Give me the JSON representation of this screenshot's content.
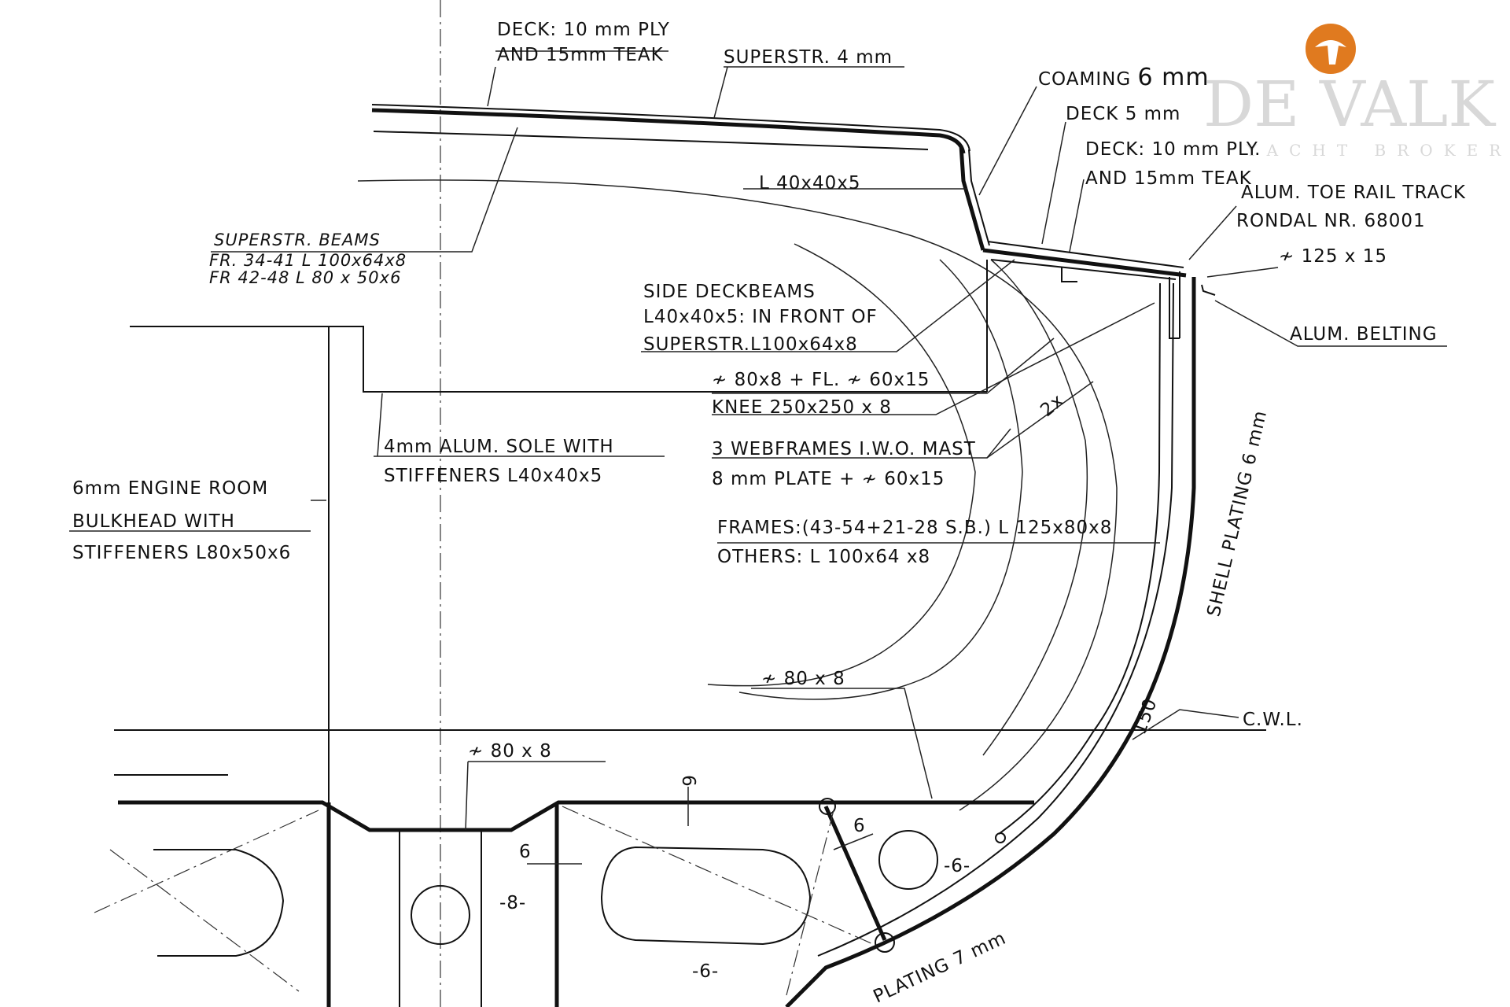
{
  "labels": {
    "deck_ply_1": "DECK: 10 mm PLY",
    "deck_ply_2": "AND 15mm TEAK",
    "superstr": "SUPERSTR. 4 mm",
    "coaming_prefix": "COAMING ",
    "coaming_value": "6 mm",
    "deck_5": "DECK 5 mm",
    "deck_10_1": "DECK: 10 mm PLY.",
    "deck_10_2": "AND 15mm TEAK",
    "toe_rail_1": "ALUM. TOE RAIL TRACK",
    "toe_rail_2": "RONDAL NR. 68001",
    "flat_125": "≁ 125 x 15",
    "angle_40": "L 40x40x5",
    "superstr_beams_1": "SUPERSTR. BEAMS",
    "superstr_beams_2": "FR. 34-41    L 100x64x8",
    "superstr_beams_3": "FR 42-48    L 80 x 50x6",
    "side_deckbeams_1": "SIDE DECKBEAMS",
    "side_deckbeams_2": "L40x40x5: IN FRONT OF",
    "side_deckbeams_3": "SUPERSTR.L100x64x8",
    "alum_belting": "ALUM. BELTING",
    "flat_80_fl": "≁ 80x8 + FL. ≁ 60x15",
    "knee": "KNEE 250x250 x 8",
    "two_x": "2x",
    "sole_1": "4mm ALUM. SOLE WITH",
    "sole_2": "STIFFENERS L40x40x5",
    "webframes_1": "3 WEBFRAMES  I.W.O. MAST",
    "webframes_2": "8 mm PLATE + ≁ 60x15",
    "bulkhead_1": "6mm ENGINE ROOM",
    "bulkhead_2": "BULKHEAD WITH",
    "bulkhead_3": "STIFFENERS L80x50x6",
    "frames_1": "FRAMES:(43-54+21-28 S.B.) L 125x80x8",
    "frames_2": "OTHERS: L 100x64 x8",
    "shell_plating": "SHELL PLATING 6 mm",
    "flat_80_a": "≁ 80 x 8",
    "flat_80_b": "≁ 80 x 8",
    "cwl": "C.W.L.",
    "dim_150": "150",
    "dim_6_vert": "6",
    "dim_6_a": "6",
    "dim_6_b": "6",
    "floor_6_right": "-6-",
    "floor_8": "-8-",
    "floor_6_bottom": "-6-",
    "plating_7": "PLATING 7 mm"
  },
  "watermark": {
    "brand": "DE VALK",
    "sub": "YACHT BROKERS"
  },
  "logo": {
    "icon": "falcon-logo-icon",
    "color": "#e07a1f"
  }
}
